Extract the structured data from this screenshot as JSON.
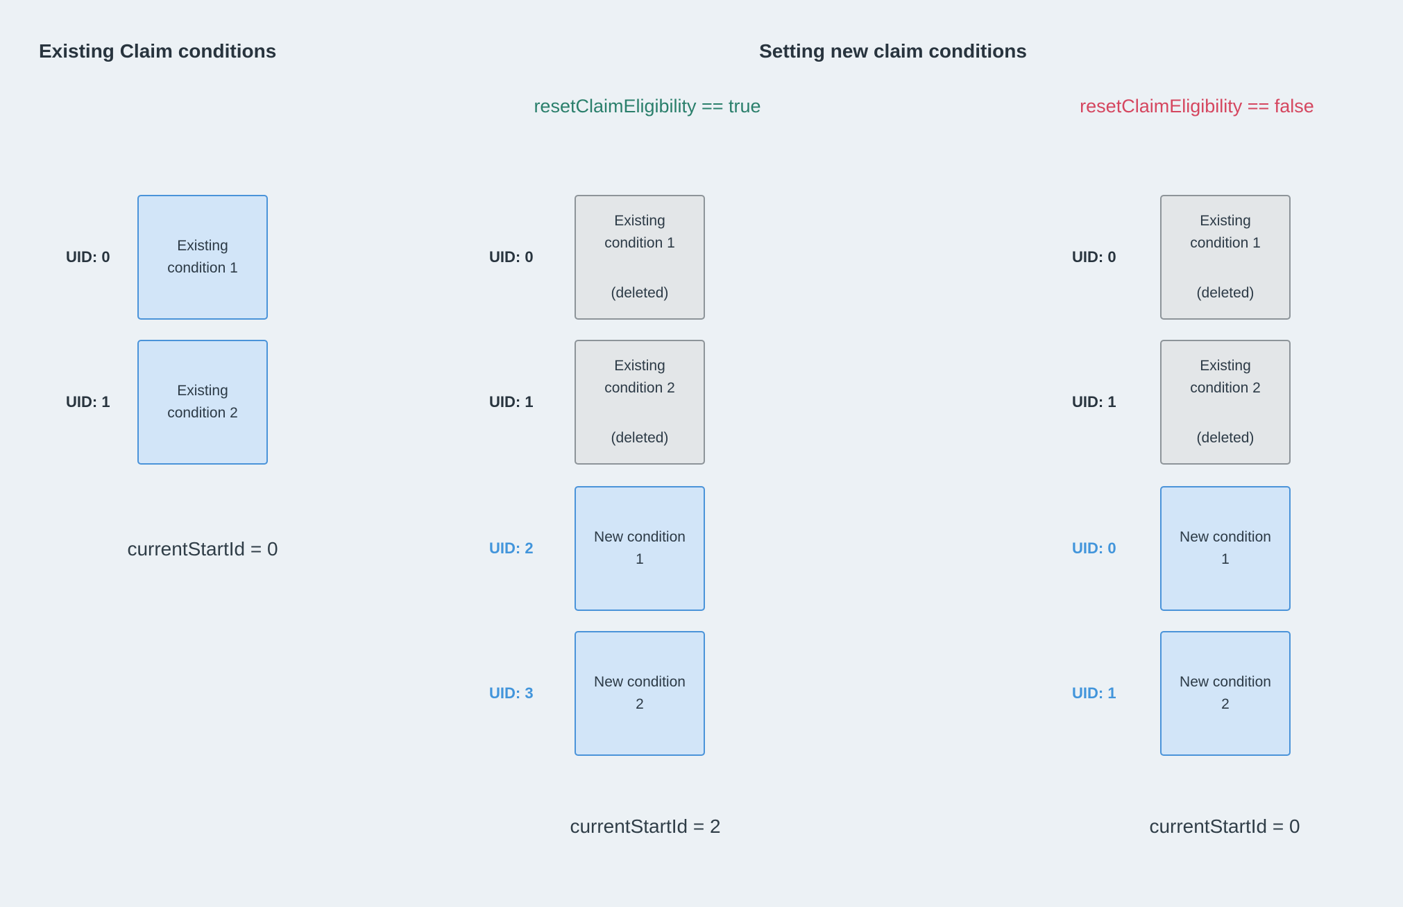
{
  "canvas": {
    "background": "#ecf1f5"
  },
  "palette": {
    "heading_text": "#28343e",
    "body_text": "#2c3a46",
    "true_green": "#2a7f6b",
    "false_red": "#d5465f",
    "uid_blue": "#4295db",
    "blue_card_bg": "#d2e5f8",
    "blue_card_border": "#4a93d9",
    "gray_card_bg": "#e3e6e8",
    "gray_card_border": "#8d9499"
  },
  "headers": {
    "existing_title": "Existing Claim conditions",
    "setting_title": "Setting new claim conditions",
    "reset_true": "resetClaimEligibility == true",
    "reset_false": "resetClaimEligibility == false"
  },
  "existing_column": {
    "cards": [
      {
        "uid": "UID: 0",
        "title": "Existing\ncondition 1"
      },
      {
        "uid": "UID: 1",
        "title": "Existing\ncondition 2"
      }
    ],
    "footer": "currentStartId = 0"
  },
  "reset_true_column": {
    "cards": [
      {
        "uid": "UID: 0",
        "title": "Existing\ncondition 1",
        "status": "(deleted)"
      },
      {
        "uid": "UID: 1",
        "title": "Existing\ncondition 2",
        "status": "(deleted)"
      },
      {
        "uid": "UID: 2",
        "title": "New condition\n1"
      },
      {
        "uid": "UID: 3",
        "title": "New condition\n2"
      }
    ],
    "footer": "currentStartId = 2"
  },
  "reset_false_column": {
    "cards": [
      {
        "uid": "UID: 0",
        "title": "Existing\ncondition 1",
        "status": "(deleted)"
      },
      {
        "uid": "UID: 1",
        "title": "Existing\ncondition 2",
        "status": "(deleted)"
      },
      {
        "uid": "UID: 0",
        "title": "New condition\n1"
      },
      {
        "uid": "UID: 1",
        "title": "New condition\n2"
      }
    ],
    "footer": "currentStartId = 0"
  }
}
